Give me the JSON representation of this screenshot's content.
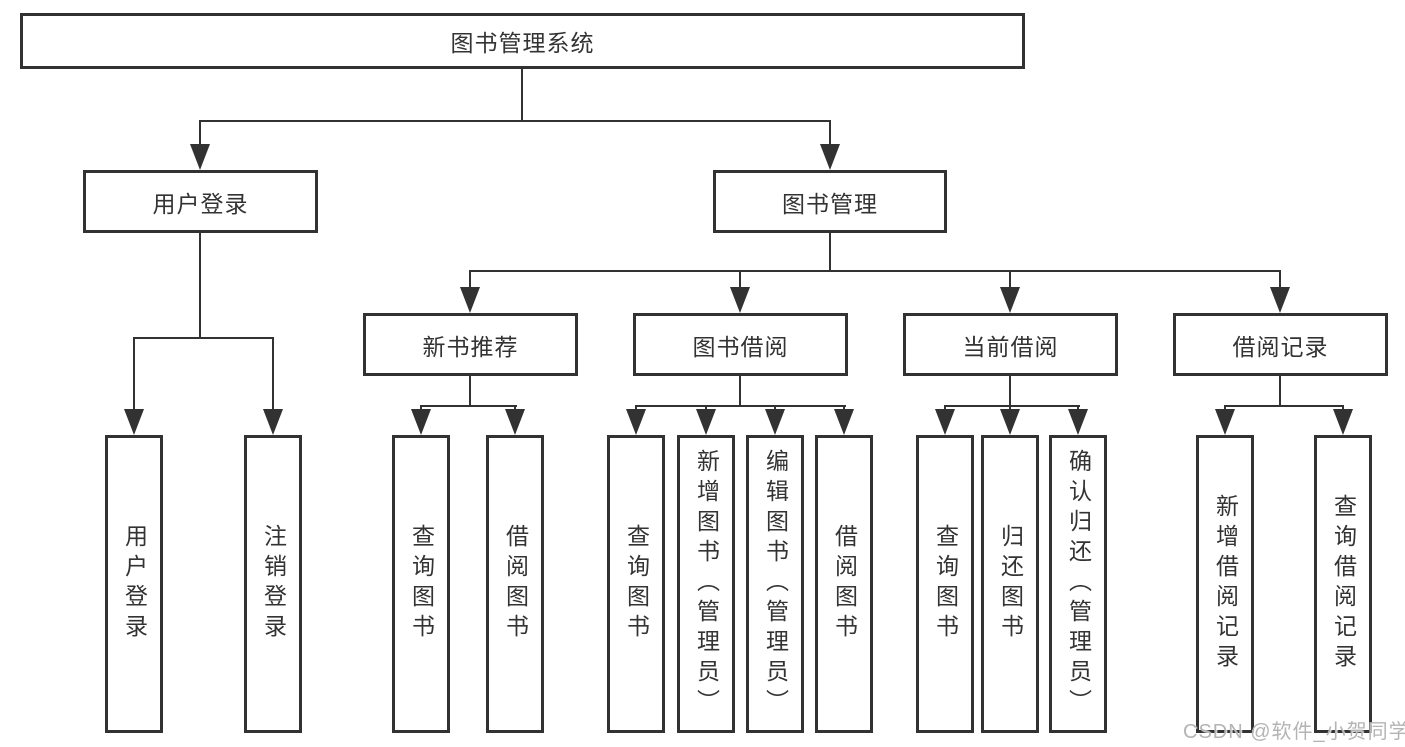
{
  "diagram_title": "图书管理系统",
  "colors": {
    "line": "#323232",
    "text": "#333333",
    "watermark": "#b4b4b4",
    "background": "#ffffff"
  },
  "tree": {
    "root": {
      "label": "图书管理系统"
    },
    "branches": [
      {
        "label": "用户登录",
        "children": [
          {
            "label": "用户登录"
          },
          {
            "label": "注销登录"
          }
        ]
      },
      {
        "label": "图书管理",
        "children": [
          {
            "label": "新书推荐",
            "children": [
              {
                "label": "查询图书"
              },
              {
                "label": "借阅图书"
              }
            ]
          },
          {
            "label": "图书借阅",
            "children": [
              {
                "label": "查询图书"
              },
              {
                "label": "新增图书（管理员）"
              },
              {
                "label": "编辑图书（管理员）"
              },
              {
                "label": "借阅图书"
              }
            ]
          },
          {
            "label": "当前借阅",
            "children": [
              {
                "label": "查询图书"
              },
              {
                "label": "归还图书"
              },
              {
                "label": "确认归还（管理员）"
              }
            ]
          },
          {
            "label": "借阅记录",
            "children": [
              {
                "label": "新增借阅记录"
              },
              {
                "label": "查询借阅记录"
              }
            ]
          }
        ]
      }
    ]
  },
  "watermark": {
    "text": "CSDN @软件_小贺同学"
  }
}
